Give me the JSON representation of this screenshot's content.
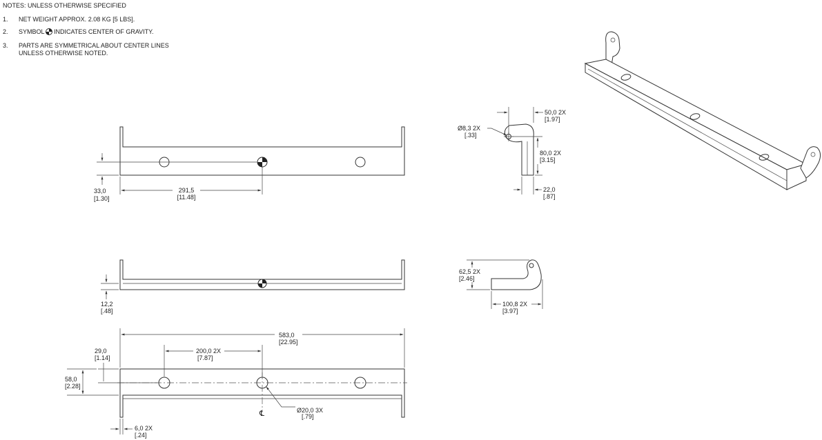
{
  "notes": {
    "header": "NOTES: UNLESS OTHERWISE SPECIFIED",
    "items": [
      {
        "num": "1.",
        "text": "NET WEIGHT APPROX. 2.08 KG [5 LBS]."
      },
      {
        "num": "2.",
        "text_before": "SYMBOL",
        "text_after": "INDICATES CENTER OF GRAVITY."
      },
      {
        "num": "3.",
        "line1": "PARTS ARE SYMMETRICAL ABOUT CENTER LINES",
        "line2": "UNLESS OTHERWISE NOTED."
      }
    ]
  },
  "dimensions": {
    "cog_offset": {
      "mm": "291,5",
      "in": "[11.48]"
    },
    "cog_height": {
      "mm": "33,0",
      "in": "[1.30]"
    },
    "front_height": {
      "mm": "12,2",
      "in": "[.48]"
    },
    "overall_length": {
      "mm": "583,0",
      "in": "[22.95]"
    },
    "hole_spacing": {
      "mm": "200,0  2X",
      "in": "[7.87]"
    },
    "hole_offset_top": {
      "mm": "29,0",
      "in": "[1.14]"
    },
    "bar_width": {
      "mm": "58,0",
      "in": "[2.28]"
    },
    "hole_dia": {
      "mm": "Ø20,0  3X",
      "in": "[.79]"
    },
    "tab_thickness": {
      "mm": "6,0  2X",
      "in": "[.24]"
    },
    "tab_width": {
      "mm": "50,0  2X",
      "in": "[1.97]"
    },
    "small_hole_dia": {
      "mm": "Ø8,3  2X",
      "in": "[.33]"
    },
    "tab_height": {
      "mm": "80,0  2X",
      "in": "[3.15]"
    },
    "tab_depth": {
      "mm": "22,0",
      "in": "[.87]"
    },
    "hook_height": {
      "mm": "62,5  2X",
      "in": "[2.46]"
    },
    "hook_length": {
      "mm": "100,8  2X",
      "in": "[3.97]"
    }
  },
  "centerline_symbol": "℄"
}
